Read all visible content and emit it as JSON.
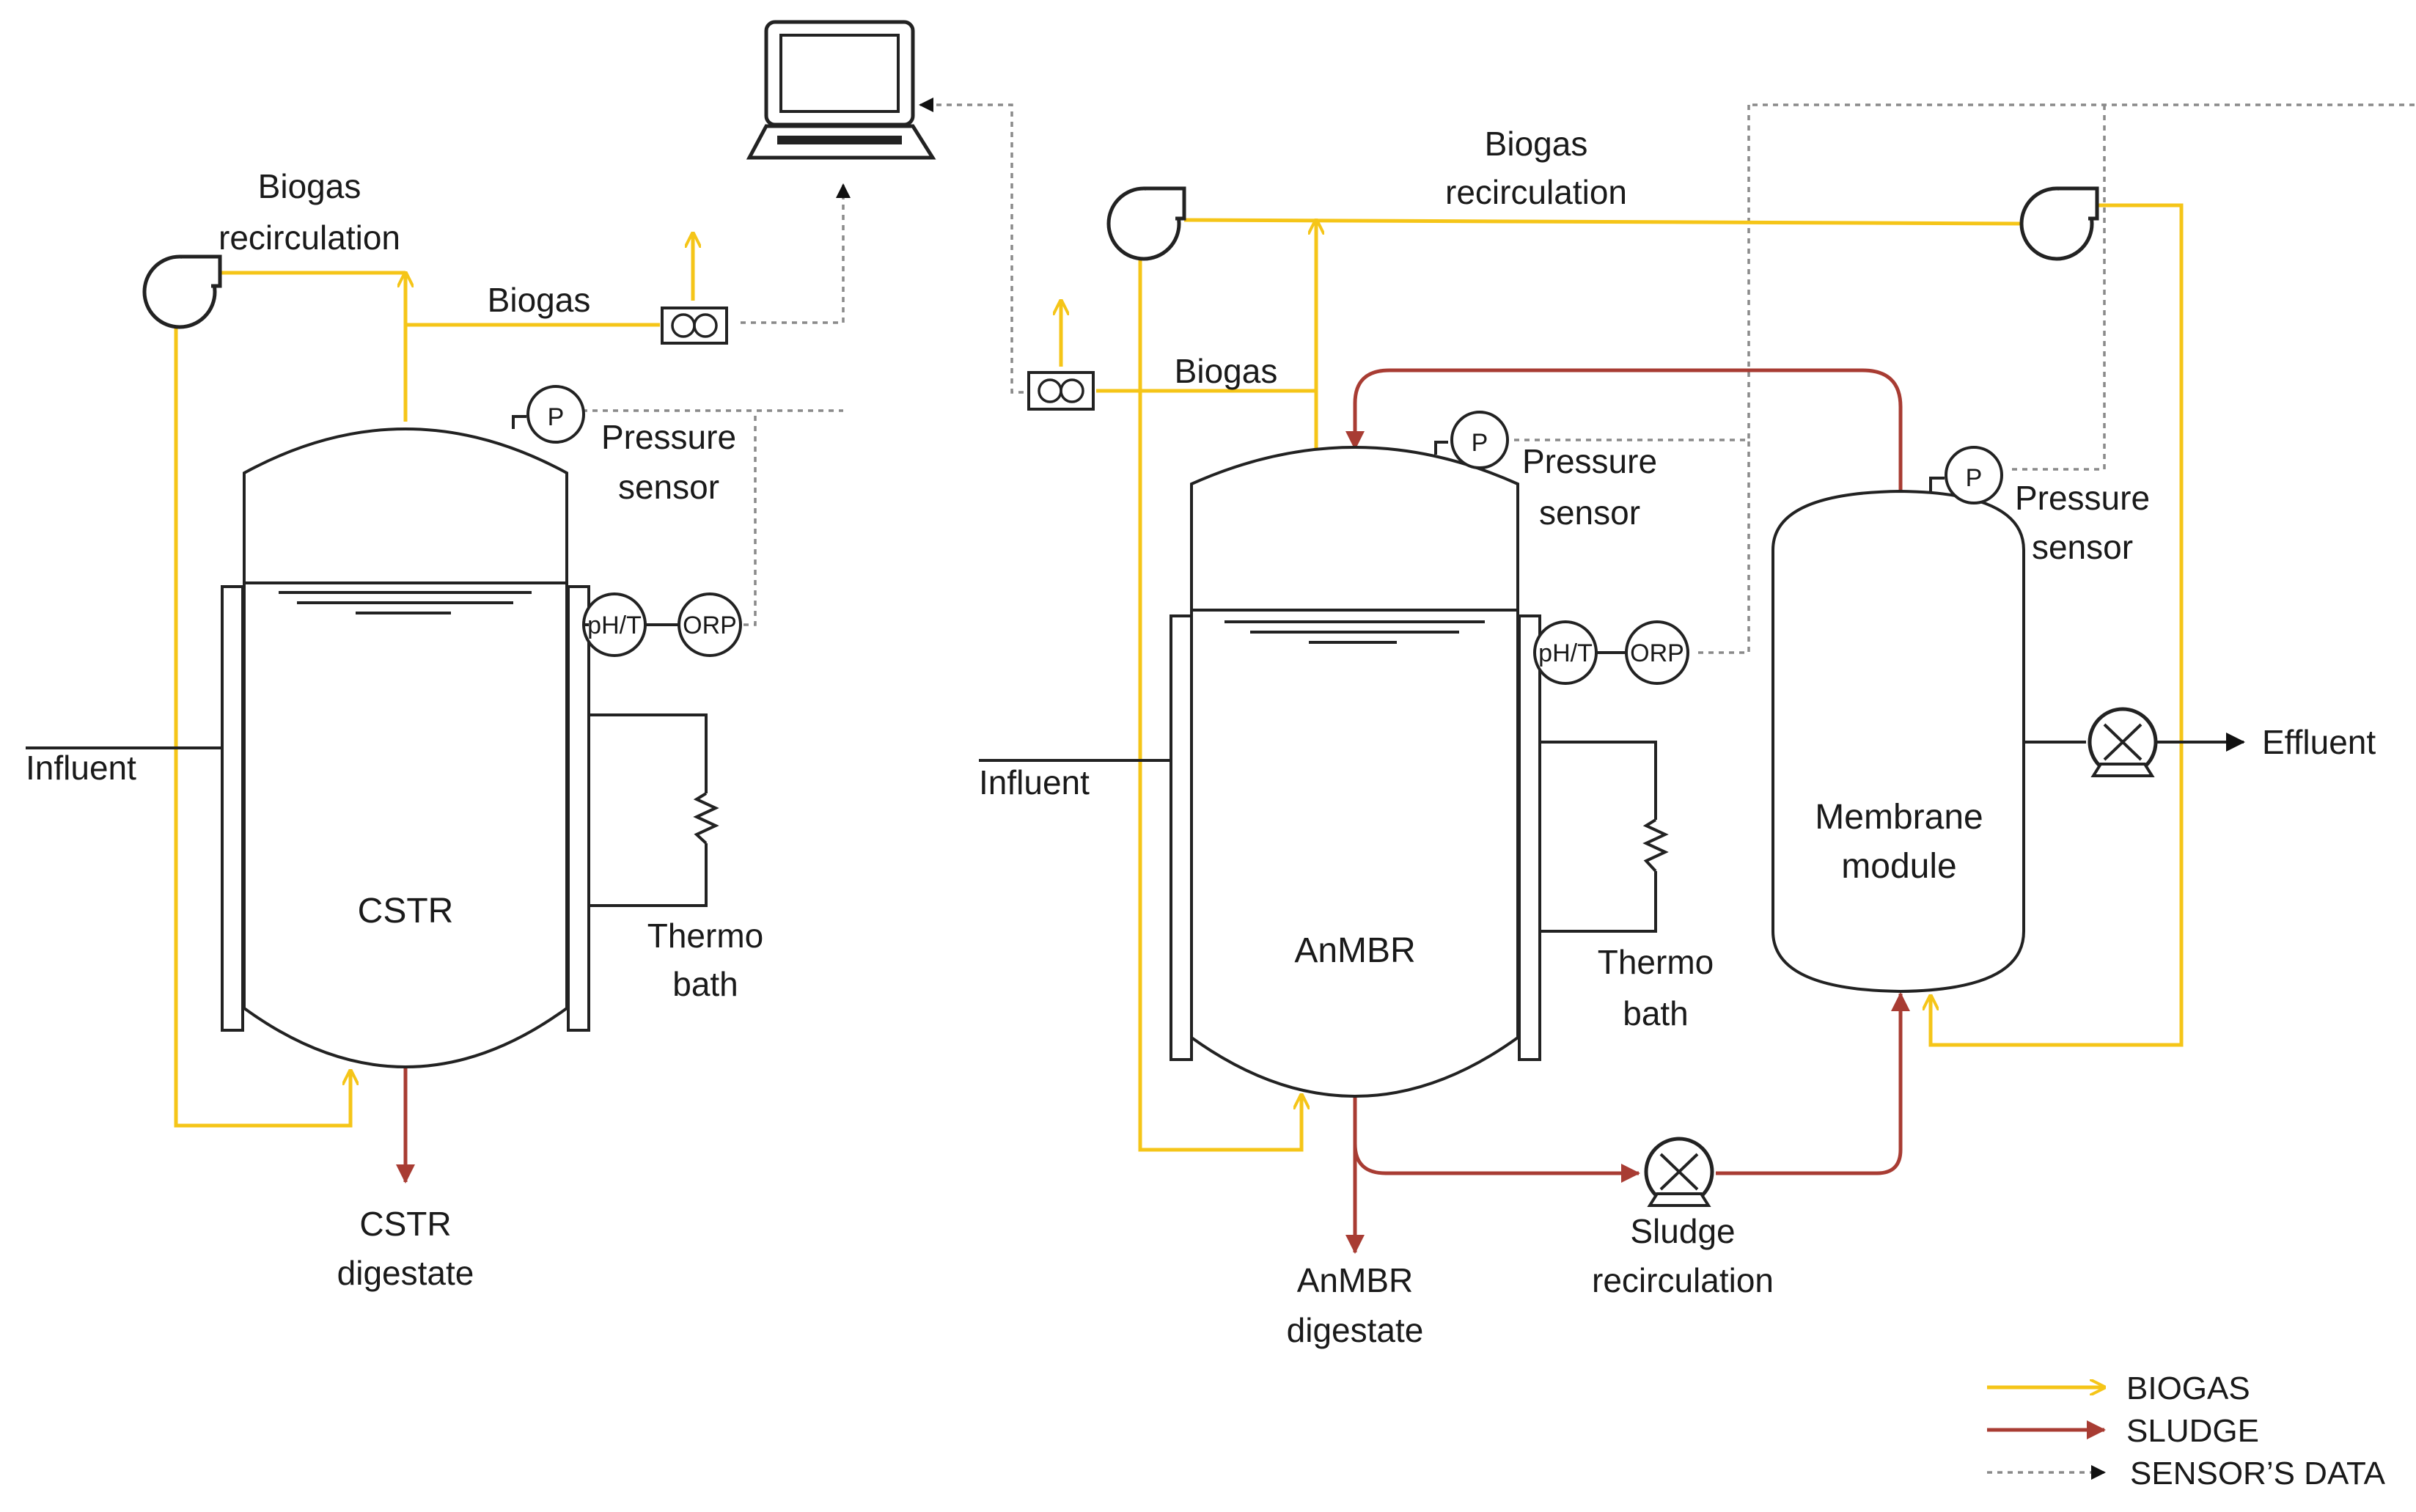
{
  "labels": {
    "cstr_biogas_recirc": [
      "Biogas",
      "recirculation"
    ],
    "cstr_biogas": "Biogas",
    "cstr_pressure": [
      "Pressure",
      "sensor"
    ],
    "cstr_ph": "pH/T",
    "cstr_orp": "ORP",
    "cstr_influent": "Influent",
    "cstr_name": "CSTR",
    "cstr_thermo": [
      "Thermo",
      "bath"
    ],
    "cstr_digestate": [
      "CSTR",
      "digestate"
    ],
    "anmbr_biogas_recirc": [
      "Biogas",
      "recirculation"
    ],
    "anmbr_biogas": "Biogas",
    "anmbr_pressure": [
      "Pressure",
      "sensor"
    ],
    "anmbr_ph": "pH/T",
    "anmbr_orp": "ORP",
    "anmbr_influent": "Influent",
    "anmbr_name": "AnMBR",
    "anmbr_thermo": [
      "Thermo",
      "bath"
    ],
    "anmbr_digestate": [
      "AnMBR",
      "digestate"
    ],
    "membrane_pressure": [
      "Pressure",
      "sensor"
    ],
    "membrane_module": [
      "Membrane",
      "module"
    ],
    "sludge_recirc": [
      "Sludge",
      "recirculation"
    ],
    "effluent": "Effluent",
    "pressure_symbol": "P"
  },
  "legend": {
    "biogas": "BIOGAS",
    "sludge": "SLUDGE",
    "sensor": "SENSOR’S DATA"
  },
  "colors": {
    "biogas": "#f5c518",
    "sludge": "#a83c33",
    "sensor": "#8a8a8a",
    "equipment": "#222222"
  },
  "icons": {
    "computer": "laptop-icon",
    "blower": "blower-icon",
    "gas_meter": "gas-flow-meter-icon",
    "pump": "pump-icon",
    "heater": "resistor-coil-icon"
  }
}
